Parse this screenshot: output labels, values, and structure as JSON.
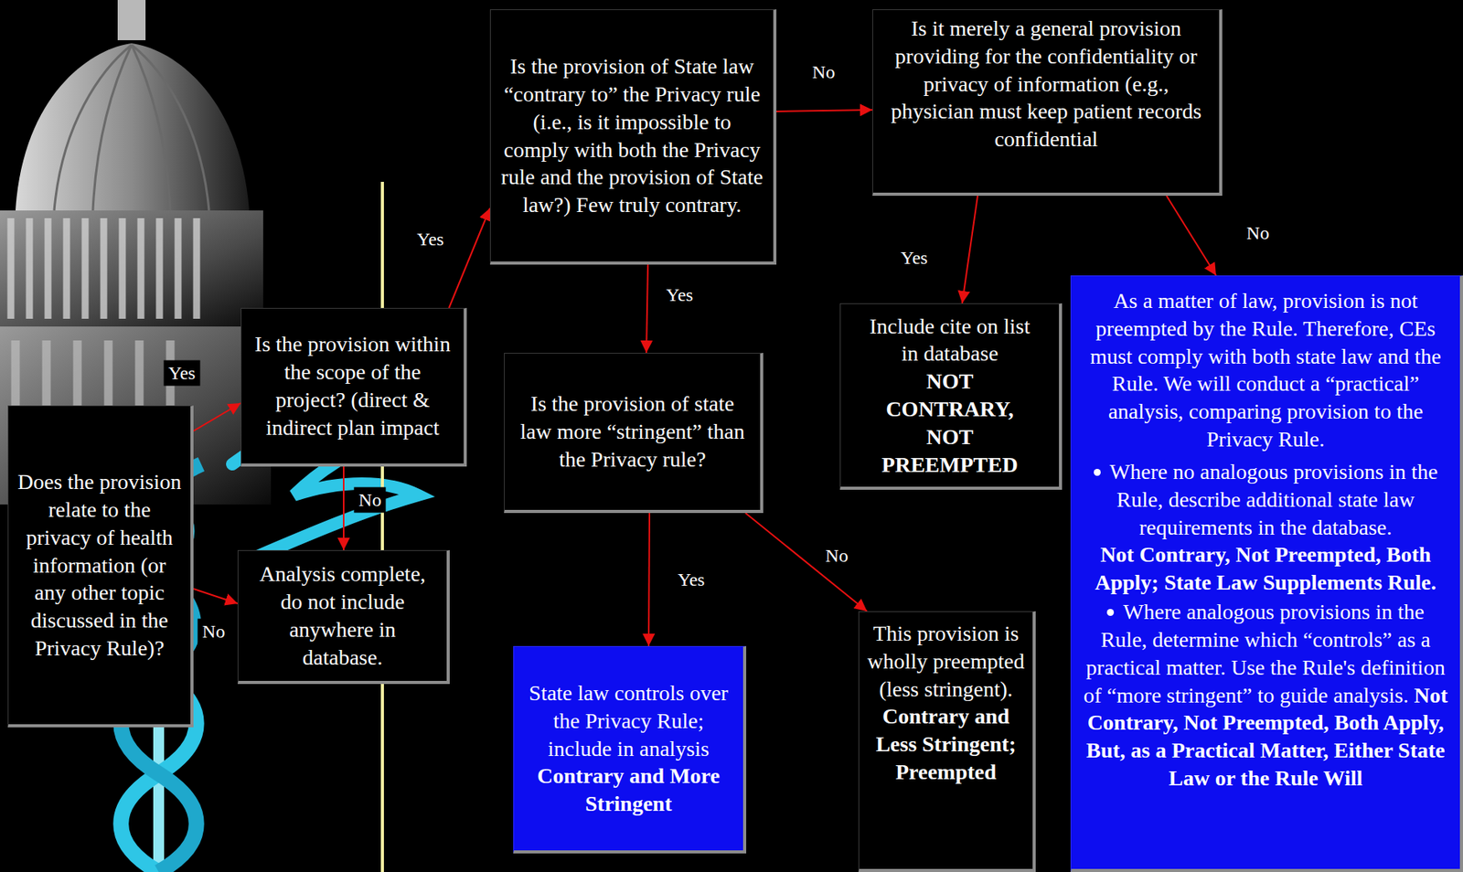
{
  "diagram": {
    "nodes": [
      {
        "text": [
          "Does the provision relate to the privacy of health information (or any other topic discussed in the Privacy Rule)?"
        ]
      },
      {
        "text": [
          "Is the provision within the scope of the project? (direct & indirect plan impact"
        ]
      },
      {
        "text": [
          "Analysis complete, do not include anywhere in database."
        ]
      },
      {
        "text": [
          "Is the provision of State law “contrary to” the Privacy rule (i.e., is it impossible to comply with both the Privacy rule and the provision of State law?) Few truly contrary."
        ]
      },
      {
        "text": [
          "Is it merely a general provision providing for the confidentiality or privacy of information (e.g., physician must keep patient records confidential"
        ]
      },
      {
        "text": [
          "Is the provision of state law more “stringent” than the Privacy rule?"
        ]
      },
      {
        "text": [
          "Include cite on list in database",
          "NOT CONTRARY, NOT PREEMPTED"
        ]
      },
      {
        "text": [
          "State law controls over the Privacy Rule; include in analysis",
          "Contrary and More Stringent"
        ]
      },
      {
        "text": [
          "This provision is wholly preempted (less stringent).",
          "Contrary and Less Stringent; Preempted"
        ]
      },
      {
        "text": [
          "As a matter of law, provision is not preempted by the Rule. Therefore, CEs must comply with both state law and the Rule. We will conduct a “practical” analysis, comparing provision to the Privacy Rule.",
          "Where no analogous provisions in the Rule, describe additional state law requirements in the database.",
          "Not Contrary, Not Preempted, Both Apply; State Law Supplements Rule.",
          "Where analogous provisions in the Rule, determine which “controls” as a practical matter. Use the Rule's definition of “more stringent” to guide analysis.",
          "Not Contrary, Not Preempted, Both Apply, But, as a Practical Matter, Either State Law or the Rule Will"
        ]
      }
    ],
    "edges": [
      {
        "from": 0,
        "to": 1,
        "label": "Yes",
        "arrow": "to"
      },
      {
        "from": 0,
        "to": 2,
        "label": "No",
        "arrow": "to"
      },
      {
        "from": 1,
        "to": 3,
        "label": "Yes",
        "arrow": "to"
      },
      {
        "from": 1,
        "to": 2,
        "label": "No",
        "arrow": "to"
      },
      {
        "from": 3,
        "to": 4,
        "label": "No",
        "arrow": "to"
      },
      {
        "from": 3,
        "to": 5,
        "label": "Yes",
        "arrow": "to"
      },
      {
        "from": 4,
        "to": 6,
        "label": "Yes",
        "arrow": "to"
      },
      {
        "from": 4,
        "to": 9,
        "label": "No",
        "arrow": "to"
      },
      {
        "from": 5,
        "to": 7,
        "label": "Yes",
        "arrow": "to"
      },
      {
        "from": 5,
        "to": 8,
        "label": "No",
        "arrow": "to"
      }
    ]
  }
}
